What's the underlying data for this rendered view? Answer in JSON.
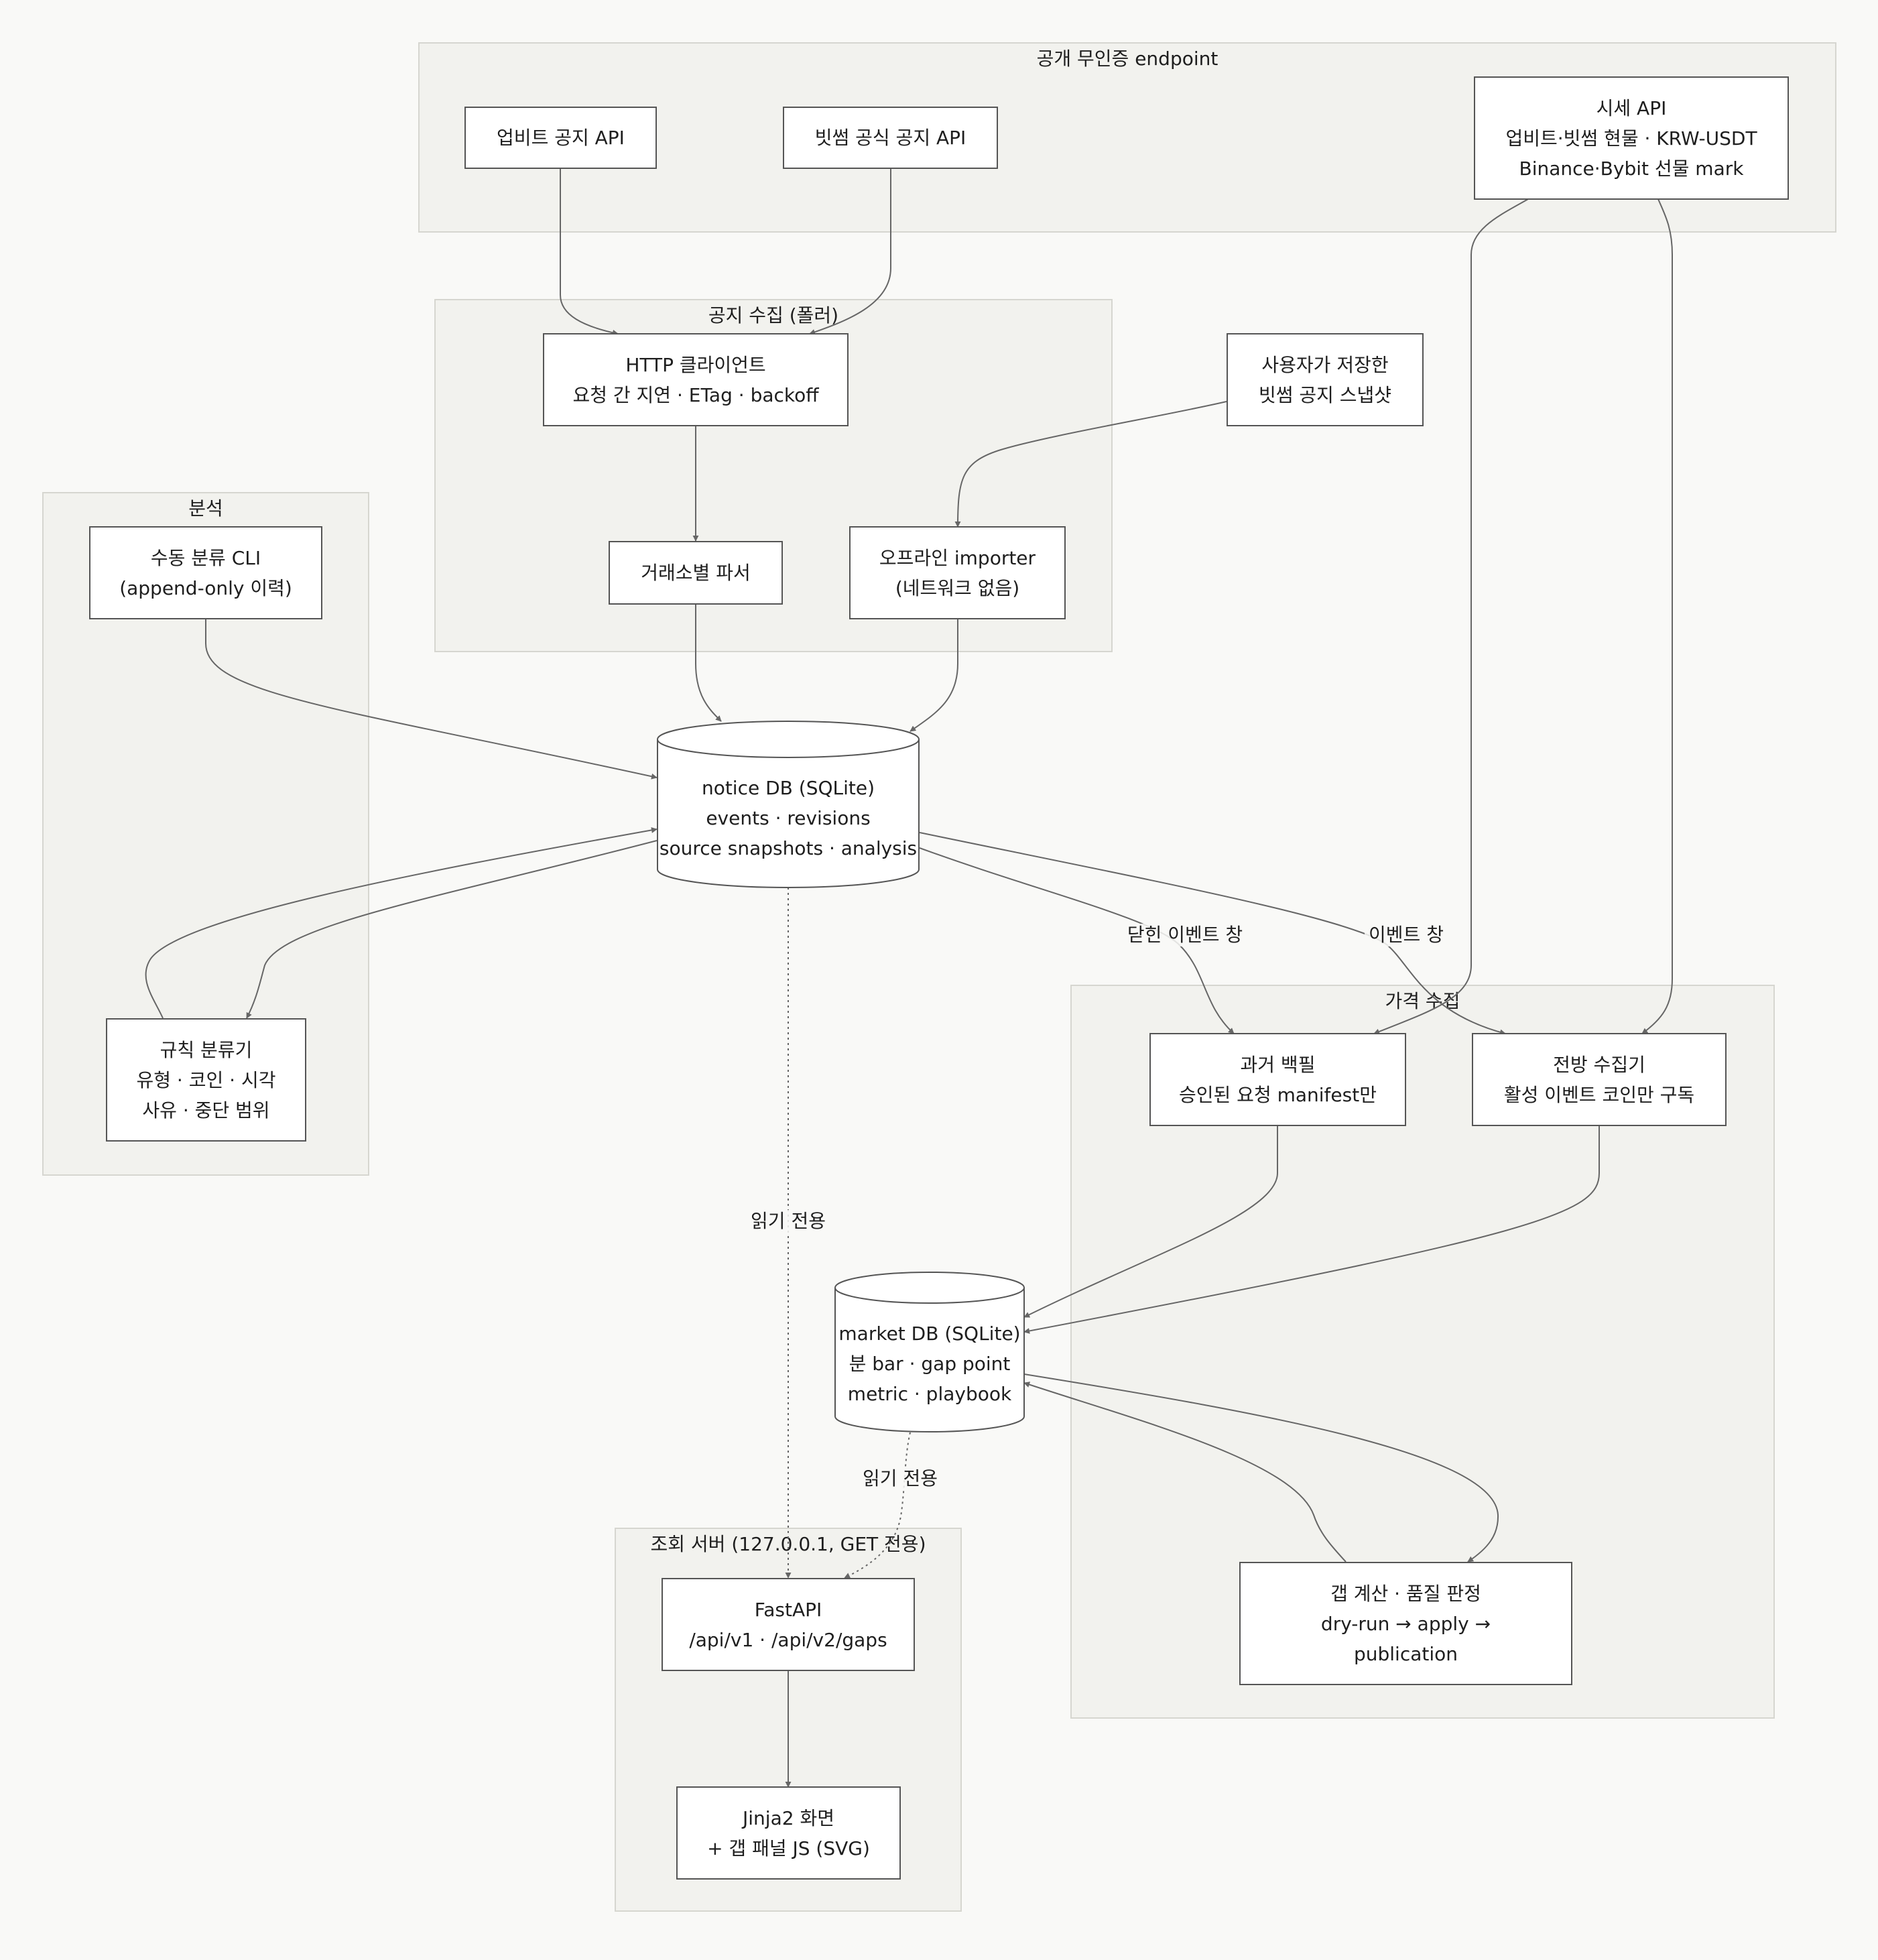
{
  "clusters": {
    "public_endpoints": "공개 무인증 endpoint",
    "notice_collection": "공지 수집 (폴러)",
    "analysis": "분석",
    "price_collection": "가격 수집",
    "query_server": "조회 서버 (127.0.0.1, GET 전용)"
  },
  "nodes": {
    "upbit_notice_api": [
      "업비트 공지 API"
    ],
    "bithumb_notice_api": [
      "빗썸 공식 공지 API"
    ],
    "price_api": [
      "시세 API",
      "업비트·빗썸 현물 · KRW-USDT",
      "Binance·Bybit 선물 mark"
    ],
    "http_client": [
      "HTTP 클라이언트",
      "요청 간 지연 · ETag · backoff"
    ],
    "user_snapshot": [
      "사용자가 저장한",
      "빗썸 공지 스냅샷"
    ],
    "exchange_parser": [
      "거래소별 파서"
    ],
    "offline_importer": [
      "오프라인 importer",
      "(네트워크 없음)"
    ],
    "manual_cli": [
      "수동 분류 CLI",
      "(append-only 이력)"
    ],
    "notice_db": [
      "notice DB (SQLite)",
      "events · revisions",
      "source snapshots · analysis"
    ],
    "rule_classifier": [
      "규칙 분류기",
      "유형 · 코인 · 시각",
      "사유 · 중단 범위"
    ],
    "backfill": [
      "과거 백필",
      "승인된 요청 manifest만"
    ],
    "forward_collector": [
      "전방 수집기",
      "활성 이벤트 코인만 구독"
    ],
    "market_db": [
      "market DB (SQLite)",
      "분 bar · gap point",
      "metric · playbook"
    ],
    "gap_calc": [
      "갭 계산 · 품질 판정",
      "dry-run → apply →",
      "publication"
    ],
    "fastapi": [
      "FastAPI",
      "/api/v1 · /api/v2/gaps"
    ],
    "jinja": [
      "Jinja2 화면",
      "+ 갭 패널 JS (SVG)"
    ]
  },
  "edge_labels": {
    "closed_event_window": "닫힌 이벤트 창",
    "event_window": "이벤트 창",
    "read_only_notice": "읽기 전용",
    "read_only_market": "읽기 전용"
  },
  "colors": {
    "background": "#f9f9f7",
    "cluster_fill": "#f2f2ee",
    "cluster_border": "#d6d6d0",
    "node_fill": "#ffffff",
    "node_border": "#555555",
    "edge": "#666666"
  }
}
